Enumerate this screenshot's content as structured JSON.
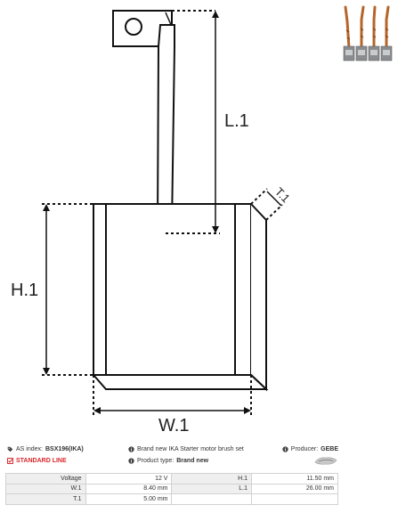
{
  "drawing": {
    "labels": {
      "length": "L.1",
      "height": "H.1",
      "width": "W.1",
      "thickness": "T.1"
    }
  },
  "info": {
    "as_index_label": "AS index:",
    "as_index_value": "BSX196(IKA)",
    "line_label": "STANDARD LINE",
    "description": "Brand new IKA Starter motor brush set",
    "product_type_label": "Product type:",
    "product_type_value": "Brand new",
    "producer_label": "Producer:",
    "producer_value": "GEBE"
  },
  "specs": {
    "rows": [
      {
        "k1": "Voltage",
        "v1": "12 V",
        "k2": "H.1",
        "v2": "11.50 mm"
      },
      {
        "k1": "W.1",
        "v1": "8.40 mm",
        "k2": "L.1",
        "v2": "26.00 mm"
      },
      {
        "k1": "T.1",
        "v1": "5.00 mm",
        "k2": "",
        "v2": ""
      }
    ]
  },
  "colors": {
    "accent_red": "#d9262b",
    "copper": "#b5652a"
  }
}
